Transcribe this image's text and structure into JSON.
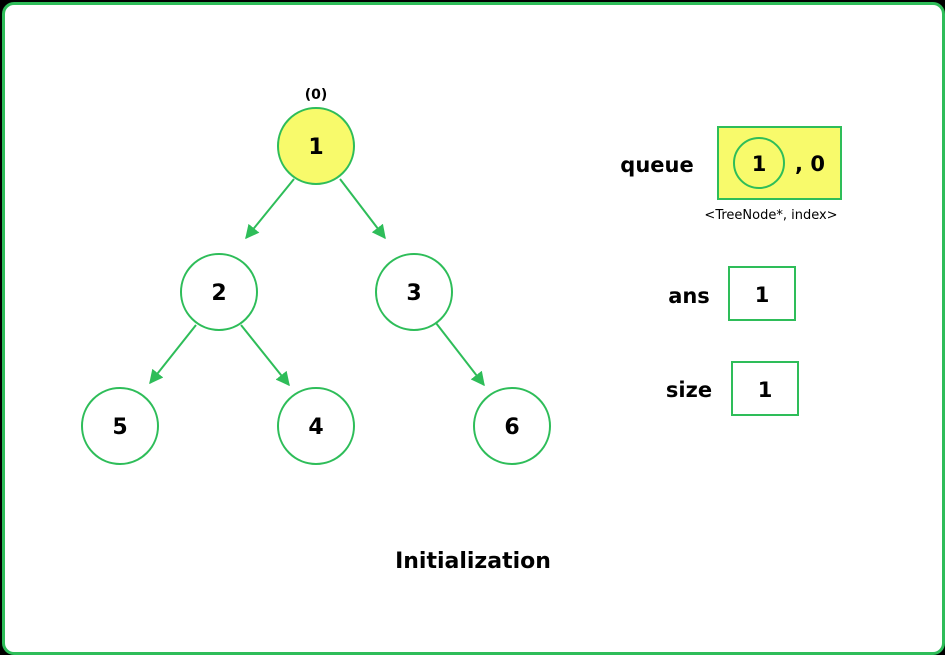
{
  "tree": {
    "root_index_label": "(0)",
    "nodes": [
      {
        "id": "n1",
        "label": "1",
        "highlight": true
      },
      {
        "id": "n2",
        "label": "2"
      },
      {
        "id": "n3",
        "label": "3"
      },
      {
        "id": "n5",
        "label": "5"
      },
      {
        "id": "n4",
        "label": "4"
      },
      {
        "id": "n6",
        "label": "6"
      }
    ],
    "edges": [
      [
        "n1",
        "n2"
      ],
      [
        "n1",
        "n3"
      ],
      [
        "n2",
        "n5"
      ],
      [
        "n2",
        "n4"
      ],
      [
        "n3",
        "n6"
      ]
    ]
  },
  "queue": {
    "label": "queue",
    "node_value": "1",
    "separator_index": ", 0",
    "type_note": "<TreeNode*, index>"
  },
  "ans": {
    "label": "ans",
    "value": "1"
  },
  "size": {
    "label": "size",
    "value": "1"
  },
  "caption": "Initialization",
  "colors": {
    "accent": "#2ebd59",
    "highlight": "#f8fa6b",
    "background": "#ffffff",
    "frame_bg": "#000000"
  }
}
